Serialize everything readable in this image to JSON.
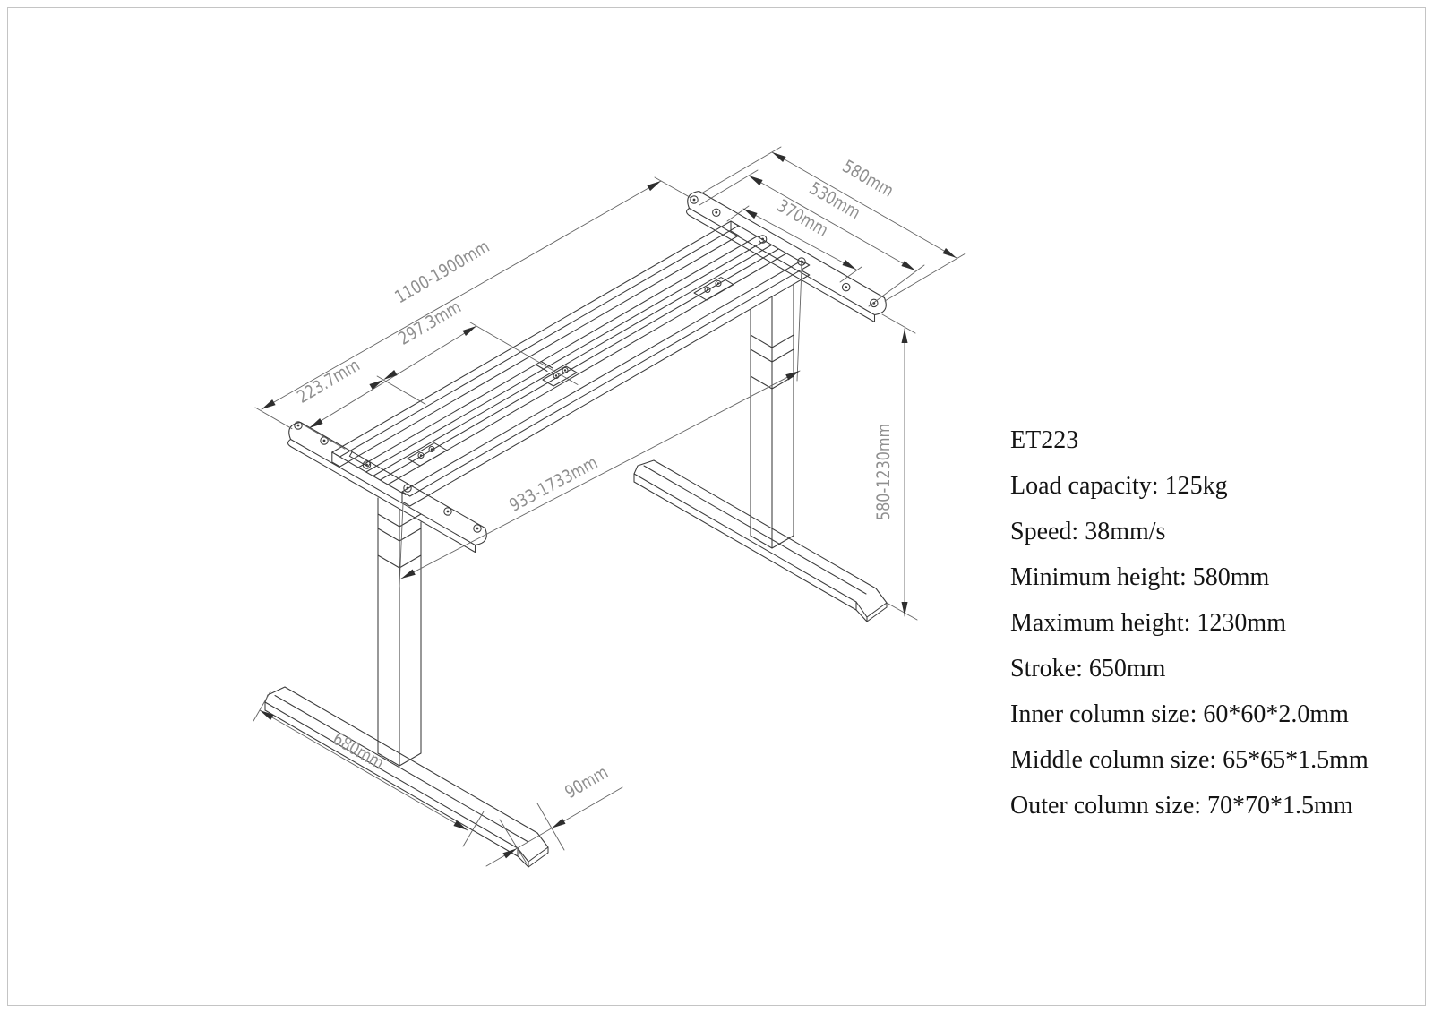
{
  "page": {
    "border_color": "#c4c4c4"
  },
  "drawing": {
    "dim_labels": [
      {
        "id": "top-plate-length",
        "label": "580mm"
      },
      {
        "id": "top-plate-span-outer",
        "label": "530mm"
      },
      {
        "id": "top-plate-span-inner",
        "label": "370mm"
      },
      {
        "id": "frame-width-range",
        "label": "1100-1900mm"
      },
      {
        "id": "beam-segment-long",
        "label": "297.3mm"
      },
      {
        "id": "beam-segment-short",
        "label": "223.7mm"
      },
      {
        "id": "rail-span-range",
        "label": "933-1733mm"
      },
      {
        "id": "height-range",
        "label": "580-1230mm"
      },
      {
        "id": "foot-length",
        "label": "680mm"
      },
      {
        "id": "foot-width",
        "label": "90mm"
      }
    ]
  },
  "specs": {
    "model": "ET223",
    "lines": [
      "Load capacity: 125kg",
      "Speed: 38mm/s",
      "Minimum height: 580mm",
      "Maximum height: 1230mm",
      "Stroke: 650mm",
      "Inner column size: 60*60*2.0mm",
      "Middle column size: 65*65*1.5mm",
      "Outer column size: 70*70*1.5mm"
    ]
  }
}
